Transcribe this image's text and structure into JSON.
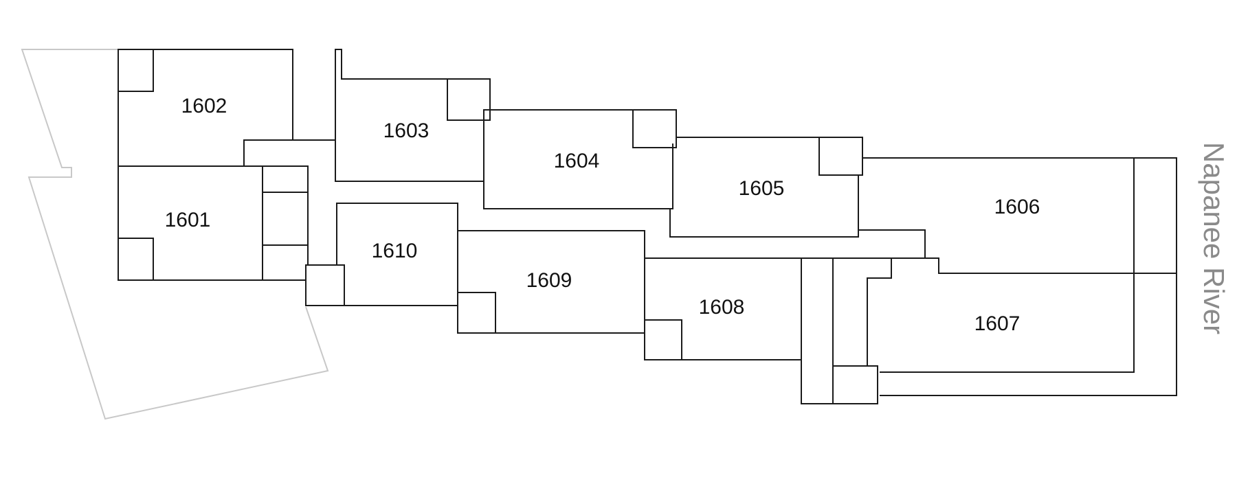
{
  "river_label": "Napanee River",
  "units": [
    {
      "id": "1601",
      "label": "1601"
    },
    {
      "id": "1602",
      "label": "1602"
    },
    {
      "id": "1603",
      "label": "1603"
    },
    {
      "id": "1604",
      "label": "1604"
    },
    {
      "id": "1605",
      "label": "1605"
    },
    {
      "id": "1606",
      "label": "1606"
    },
    {
      "id": "1607",
      "label": "1607"
    },
    {
      "id": "1608",
      "label": "1608"
    },
    {
      "id": "1609",
      "label": "1609"
    },
    {
      "id": "1610",
      "label": "1610"
    }
  ],
  "colors": {
    "walls": "#1a1a1a",
    "site_outline": "#c8c8c8",
    "river_text": "#8a8a8a",
    "background": "#ffffff"
  }
}
